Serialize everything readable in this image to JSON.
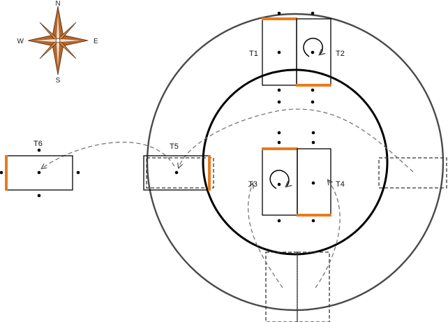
{
  "compass": {
    "north": "N",
    "south": "S",
    "east": "E",
    "west": "W",
    "color": "#b5662a"
  },
  "tables": {
    "t1": "T1",
    "t2": "T2",
    "t3": "T3",
    "t4": "T4",
    "t5": "T5",
    "t6": "T6"
  },
  "colors": {
    "accent": "#e87b1e",
    "outer_circle": "#4a4a4a",
    "inner_circle": "#000000",
    "path": "#777777"
  }
}
